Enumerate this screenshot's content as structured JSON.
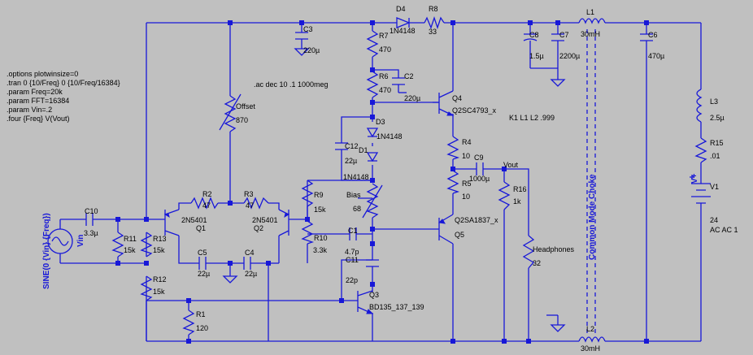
{
  "directives": [
    ".options plotwinsize=0",
    ".tran 0 {10/Freq} 0 {10/Freq/16384}",
    ".param Freq=20k",
    ".param FFT=16384",
    ".param Vin=.2",
    ".four {Freq} V(Vout)"
  ],
  "ac_directive": ".ac dec 10 .1 1000meg",
  "source": {
    "label": "SINE(0 {Vin} {Freq})",
    "name": "Vin"
  },
  "choke_label": "Common Mode Choke",
  "k_statement": "K1 L1 L2 .999",
  "net_vout": "Vout",
  "parts": {
    "C3": {
      "name": "C3",
      "value": "220µ"
    },
    "D4": {
      "name": "D4",
      "value": "1N4148"
    },
    "R8": {
      "name": "R8",
      "value": "33"
    },
    "R7": {
      "name": "R7",
      "value": "470"
    },
    "C8": {
      "name": "C8",
      "value": "1.5µ"
    },
    "C7": {
      "name": "C7",
      "value": "2200µ"
    },
    "L1": {
      "name": "L1",
      "value": "30mH"
    },
    "C6": {
      "name": "C6",
      "value": "470µ"
    },
    "R6": {
      "name": "R6",
      "value": "470"
    },
    "C2": {
      "name": "C2",
      "value": "220µ"
    },
    "Q4": {
      "name": "Q4",
      "value": "Q2SC4793_x"
    },
    "Offset": {
      "name": "Offset",
      "value": "870"
    },
    "D3": {
      "name": "D3",
      "value": "1N4148"
    },
    "D1": {
      "name": "D1",
      "value": "1N4148"
    },
    "C12": {
      "name": "C12",
      "value": "22µ"
    },
    "R4": {
      "name": "R4",
      "value": "10"
    },
    "C9": {
      "name": "C9",
      "value": "1000µ"
    },
    "L3": {
      "name": "L3",
      "value": "2.5µ"
    },
    "R15": {
      "name": "R15",
      "value": ".01"
    },
    "R5": {
      "name": "R5",
      "value": "10"
    },
    "R16": {
      "name": "R16",
      "value": "1k"
    },
    "V1": {
      "name": "V1",
      "value": "24",
      "extra": "AC AC 1"
    },
    "Bias": {
      "name": "Bias",
      "value": "68"
    },
    "R2": {
      "name": "R2",
      "value": "47"
    },
    "R3": {
      "name": "R3",
      "value": "47"
    },
    "R9": {
      "name": "R9",
      "value": "15k"
    },
    "Q1": {
      "name": "Q1",
      "value": "2N5401"
    },
    "Q2": {
      "name": "Q2",
      "value": "2N5401"
    },
    "C10": {
      "name": "C10",
      "value": "3.3µ"
    },
    "R11": {
      "name": "R11",
      "value": "15k"
    },
    "R13": {
      "name": "R13",
      "value": "15k"
    },
    "C5": {
      "name": "C5",
      "value": "22µ"
    },
    "C4": {
      "name": "C4",
      "value": "22µ"
    },
    "R10": {
      "name": "R10",
      "value": "3.3k"
    },
    "C1": {
      "name": "C1",
      "value": "4.7p"
    },
    "C11": {
      "name": "C11",
      "value": "22p"
    },
    "Q5": {
      "name": "Q5",
      "value": "Q2SA1837_x"
    },
    "Headphones": {
      "name": "Headphones",
      "value": "32"
    },
    "R12": {
      "name": "R12",
      "value": "15k"
    },
    "Q3": {
      "name": "Q3",
      "value": "BD135_137_139"
    },
    "R1": {
      "name": "R1",
      "value": "120"
    },
    "L2": {
      "name": "L2",
      "value": "30mH"
    }
  },
  "colors": {
    "background": "#c0c0c0",
    "wire": "#1818d8",
    "text": "#000000"
  }
}
